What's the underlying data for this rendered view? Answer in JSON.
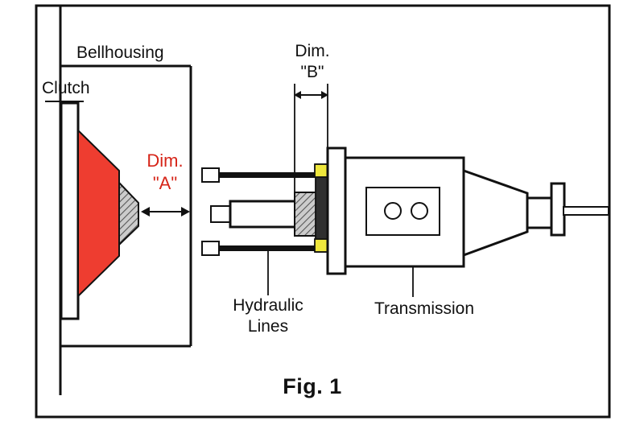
{
  "figure": {
    "caption": "Fig. 1",
    "labels": {
      "bellhousing": "Bellhousing",
      "clutch": "Clutch",
      "dim_a": {
        "line1": "Dim.",
        "line2": "\"A\""
      },
      "dim_b": {
        "line1": "Dim.",
        "line2": "\"B\""
      },
      "hydraulic": {
        "line1": "Hydraulic",
        "line2": "Lines"
      },
      "transmission": "Transmission"
    },
    "colors": {
      "clutch_fill": "#ee3d30",
      "dim_a_text": "#d62418",
      "fitting_yellow": "#efe73c",
      "hatch_base": "#cccccc",
      "line": "#111111",
      "background": "#ffffff"
    }
  }
}
